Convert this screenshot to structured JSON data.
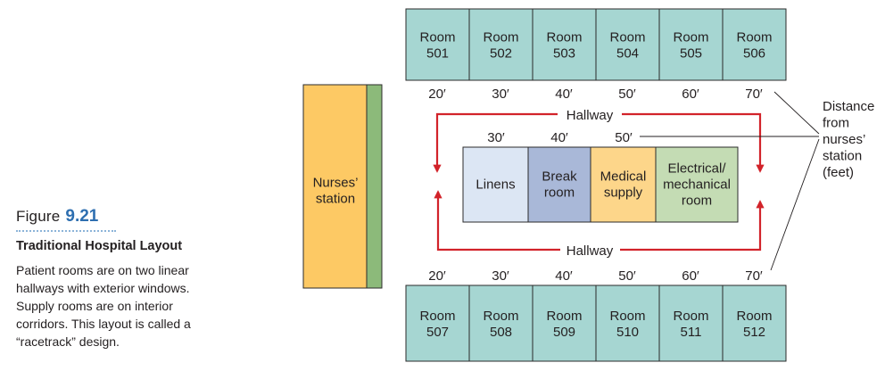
{
  "figure": {
    "label": "Figure",
    "number": "9.21",
    "title": "Traditional Hospital Layout",
    "caption_lines": [
      "Patient rooms are on two linear",
      "hallways with exterior windows.",
      "Supply rooms are on interior",
      "corridors. This layout is called a",
      "“racetrack” design."
    ]
  },
  "diagram": {
    "colors": {
      "room_fill": "#a6d6d2",
      "nurses_fill": "#fdc964",
      "nurses_strip": "#8cba7a",
      "linens_fill": "#dce6f4",
      "break_fill": "#a9b8d8",
      "medical_fill": "#fdd68a",
      "electrical_fill": "#c4dcb4",
      "arrow": "#d2232a"
    },
    "top_rooms": [
      {
        "line1": "Room",
        "line2": "501"
      },
      {
        "line1": "Room",
        "line2": "502"
      },
      {
        "line1": "Room",
        "line2": "503"
      },
      {
        "line1": "Room",
        "line2": "504"
      },
      {
        "line1": "Room",
        "line2": "505"
      },
      {
        "line1": "Room",
        "line2": "506"
      }
    ],
    "bottom_rooms": [
      {
        "line1": "Room",
        "line2": "507"
      },
      {
        "line1": "Room",
        "line2": "508"
      },
      {
        "line1": "Room",
        "line2": "509"
      },
      {
        "line1": "Room",
        "line2": "510"
      },
      {
        "line1": "Room",
        "line2": "511"
      },
      {
        "line1": "Room",
        "line2": "512"
      }
    ],
    "top_distances": [
      "20′",
      "30′",
      "40′",
      "50′",
      "60′",
      "70′"
    ],
    "bottom_distances": [
      "20′",
      "30′",
      "40′",
      "50′",
      "60′",
      "70′"
    ],
    "supply_distances": [
      "30′",
      "40′",
      "50′"
    ],
    "nurses_station": {
      "line1": "Nurses’",
      "line2": "station"
    },
    "supply_rooms": [
      {
        "lines": [
          "Linens"
        ]
      },
      {
        "lines": [
          "Break",
          "room"
        ]
      },
      {
        "lines": [
          "Medical",
          "supply"
        ]
      },
      {
        "lines": [
          "Electrical/",
          "mechanical",
          "room"
        ]
      }
    ],
    "hallway_top": "Hallway",
    "hallway_bottom": "Hallway",
    "distance_note": [
      "Distance",
      "from",
      "nurses’",
      "station",
      "(feet)"
    ]
  }
}
